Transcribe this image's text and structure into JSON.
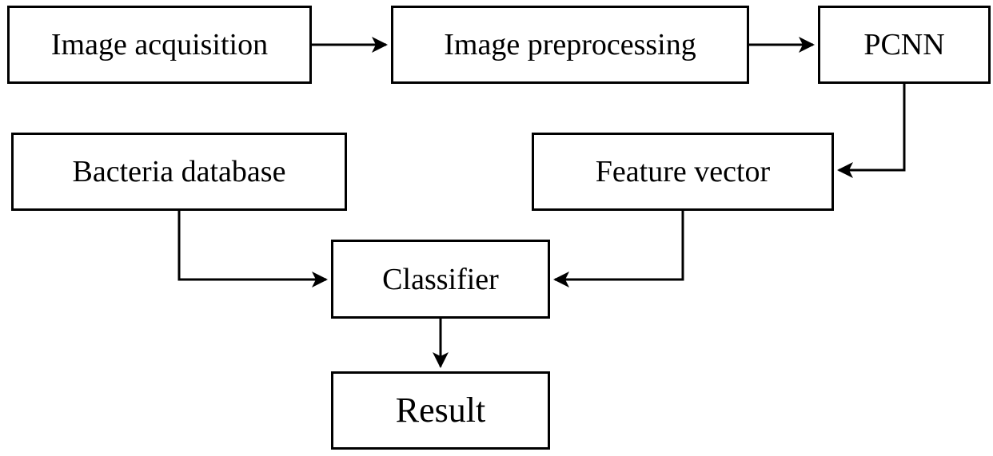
{
  "diagram": {
    "nodes": {
      "image_acquisition": "Image acquisition",
      "image_preprocessing": "Image preprocessing",
      "pcnn": "PCNN",
      "feature_vector": "Feature vector",
      "bacteria_database": "Bacteria database",
      "classifier": "Classifier",
      "result": "Result"
    },
    "edges": [
      {
        "from": "image_acquisition",
        "to": "image_preprocessing"
      },
      {
        "from": "image_preprocessing",
        "to": "pcnn"
      },
      {
        "from": "pcnn",
        "to": "feature_vector"
      },
      {
        "from": "bacteria_database",
        "to": "classifier"
      },
      {
        "from": "feature_vector",
        "to": "classifier"
      },
      {
        "from": "classifier",
        "to": "result"
      }
    ],
    "colors": {
      "stroke": "#000000",
      "background": "#ffffff"
    }
  }
}
